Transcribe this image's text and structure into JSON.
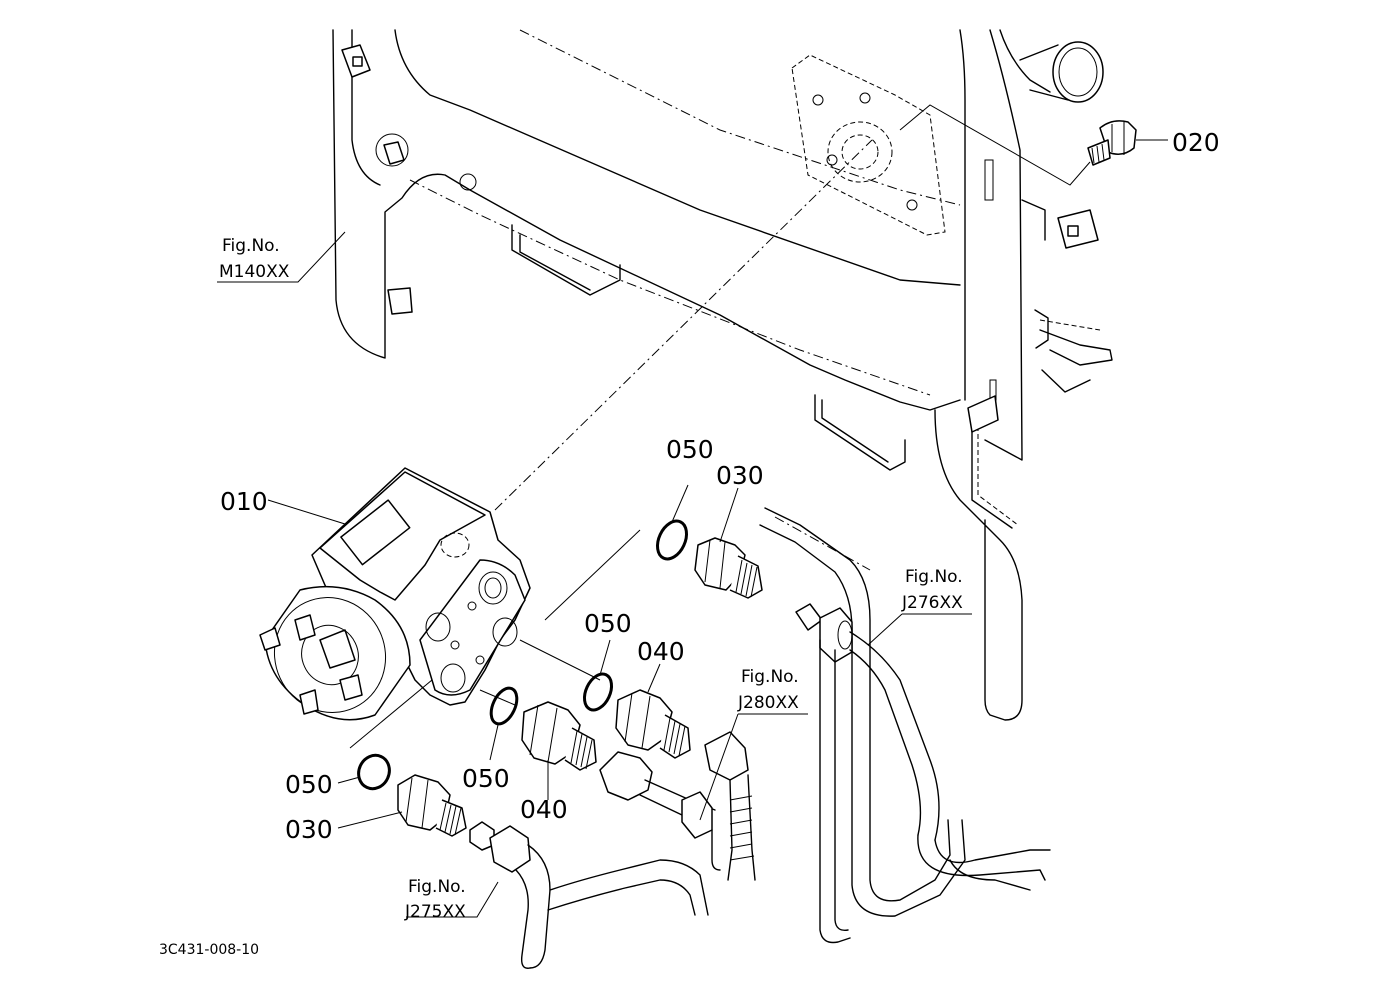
{
  "diagram": {
    "code": "3C431-008-10",
    "parts": [
      {
        "id": "010"
      },
      {
        "id": "020"
      },
      {
        "id": "030"
      },
      {
        "id": "040"
      },
      {
        "id": "050"
      }
    ],
    "callouts": {
      "c010": "010",
      "c020": "020",
      "c050_top": "050",
      "c030_top": "030",
      "c050_mid": "050",
      "c040_mid": "040",
      "c050_left": "050",
      "c050_low": "050",
      "c040_low": "040",
      "c030_low": "030"
    },
    "figure_refs": {
      "m140": {
        "line1": "Fig.No.",
        "line2": "M140XX"
      },
      "j276": {
        "line1": "Fig.No.",
        "line2": "J276XX"
      },
      "j280": {
        "line1": "Fig.No.",
        "line2": "J280XX"
      },
      "j275": {
        "line1": "Fig.No.",
        "line2": "J275XX"
      }
    }
  }
}
